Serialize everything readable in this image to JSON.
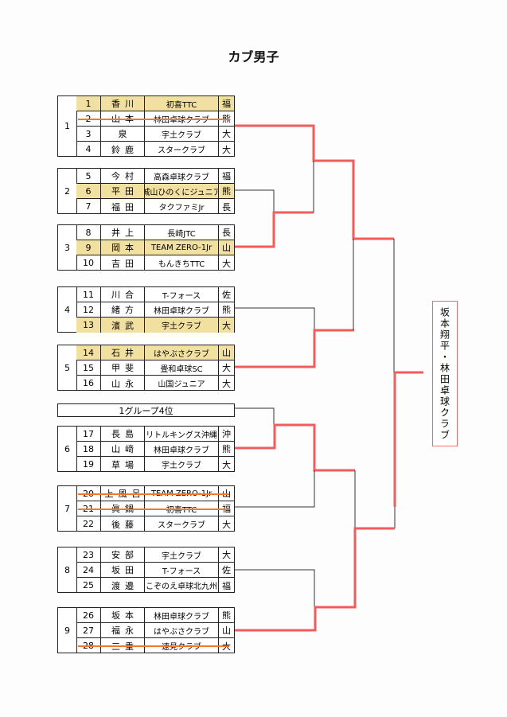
{
  "title": "カブ男子",
  "colors": {
    "highlight": "#f2e0a0",
    "winner_line": "#f25c5c",
    "strike": "#f07a2a"
  },
  "groups": [
    {
      "no": "1",
      "players": [
        {
          "no": "1",
          "name": "香川",
          "club": "初喜TTC",
          "pref": "福",
          "highlight": true,
          "withdrawn": false
        },
        {
          "no": "2",
          "name": "山本",
          "club": "林田卓球クラブ",
          "pref": "熊",
          "highlight": false,
          "withdrawn": true
        },
        {
          "no": "3",
          "name": "泉",
          "club": "宇土クラブ",
          "pref": "大",
          "highlight": false,
          "withdrawn": false
        },
        {
          "no": "4",
          "name": "鈴鹿",
          "club": "スタークラブ",
          "pref": "大",
          "highlight": false,
          "withdrawn": false
        }
      ]
    },
    {
      "no": "2",
      "players": [
        {
          "no": "5",
          "name": "今村",
          "club": "高森卓球クラブ",
          "pref": "福",
          "highlight": false,
          "withdrawn": false
        },
        {
          "no": "6",
          "name": "平田",
          "club": "城山ひのくにジュニア",
          "pref": "熊",
          "highlight": true,
          "withdrawn": false
        },
        {
          "no": "7",
          "name": "福田",
          "club": "タクファミJr",
          "pref": "長",
          "highlight": false,
          "withdrawn": false
        }
      ]
    },
    {
      "no": "3",
      "players": [
        {
          "no": "8",
          "name": "井上",
          "club": "長崎JTC",
          "pref": "長",
          "highlight": false,
          "withdrawn": false
        },
        {
          "no": "9",
          "name": "岡本",
          "club": "TEAM ZERO-1Jr",
          "pref": "山",
          "highlight": true,
          "withdrawn": false
        },
        {
          "no": "10",
          "name": "吉田",
          "club": "もんきちTTC",
          "pref": "大",
          "highlight": false,
          "withdrawn": false
        }
      ]
    },
    {
      "no": "4",
      "players": [
        {
          "no": "11",
          "name": "川合",
          "club": "T-フォース",
          "pref": "佐",
          "highlight": false,
          "withdrawn": false
        },
        {
          "no": "12",
          "name": "緒方",
          "club": "林田卓球クラブ",
          "pref": "熊",
          "highlight": false,
          "withdrawn": false
        },
        {
          "no": "13",
          "name": "濱武",
          "club": "宇土クラブ",
          "pref": "大",
          "highlight": true,
          "withdrawn": false
        }
      ]
    },
    {
      "no": "5",
      "players": [
        {
          "no": "14",
          "name": "石井",
          "club": "はやぶさクラブ",
          "pref": "山",
          "highlight": true,
          "withdrawn": false
        },
        {
          "no": "15",
          "name": "甲斐",
          "club": "畳和卓球SC",
          "pref": "大",
          "highlight": false,
          "withdrawn": false
        },
        {
          "no": "16",
          "name": "山永",
          "club": "山国ジュニア",
          "pref": "大",
          "highlight": false,
          "withdrawn": false
        }
      ]
    },
    {
      "no": "6",
      "players": [
        {
          "no": "17",
          "name": "長島",
          "club": "リトルキングス沖縄",
          "pref": "沖",
          "highlight": false,
          "withdrawn": false
        },
        {
          "no": "18",
          "name": "山﨑",
          "club": "林田卓球クラブ",
          "pref": "熊",
          "highlight": false,
          "withdrawn": false
        },
        {
          "no": "19",
          "name": "草場",
          "club": "宇土クラブ",
          "pref": "大",
          "highlight": false,
          "withdrawn": false
        }
      ]
    },
    {
      "no": "7",
      "players": [
        {
          "no": "20",
          "name": "上風呂",
          "club": "TEAM ZERO-1Jr",
          "pref": "山",
          "highlight": false,
          "withdrawn": true
        },
        {
          "no": "21",
          "name": "眞鍋",
          "club": "初喜TTC",
          "pref": "福",
          "highlight": false,
          "withdrawn": true
        },
        {
          "no": "22",
          "name": "後藤",
          "club": "スタークラブ",
          "pref": "大",
          "highlight": false,
          "withdrawn": false
        }
      ]
    },
    {
      "no": "8",
      "players": [
        {
          "no": "23",
          "name": "安部",
          "club": "宇土クラブ",
          "pref": "大",
          "highlight": false,
          "withdrawn": false
        },
        {
          "no": "24",
          "name": "坂田",
          "club": "T-フォース",
          "pref": "佐",
          "highlight": false,
          "withdrawn": false
        },
        {
          "no": "25",
          "name": "渡邉",
          "club": "こぞのえ卓球北九州",
          "pref": "福",
          "highlight": false,
          "withdrawn": false
        }
      ]
    },
    {
      "no": "9",
      "players": [
        {
          "no": "26",
          "name": "坂本",
          "club": "林田卓球クラブ",
          "pref": "熊",
          "highlight": false,
          "withdrawn": false
        },
        {
          "no": "27",
          "name": "福永",
          "club": "はやぶさクラブ",
          "pref": "山",
          "highlight": false,
          "withdrawn": false
        },
        {
          "no": "28",
          "name": "三重",
          "club": "速見クラブ",
          "pref": "大",
          "highlight": false,
          "withdrawn": true
        }
      ]
    }
  ],
  "qualifier_slot": "1グループ4位",
  "winner": "坂本翔平・林田卓球クラブ"
}
